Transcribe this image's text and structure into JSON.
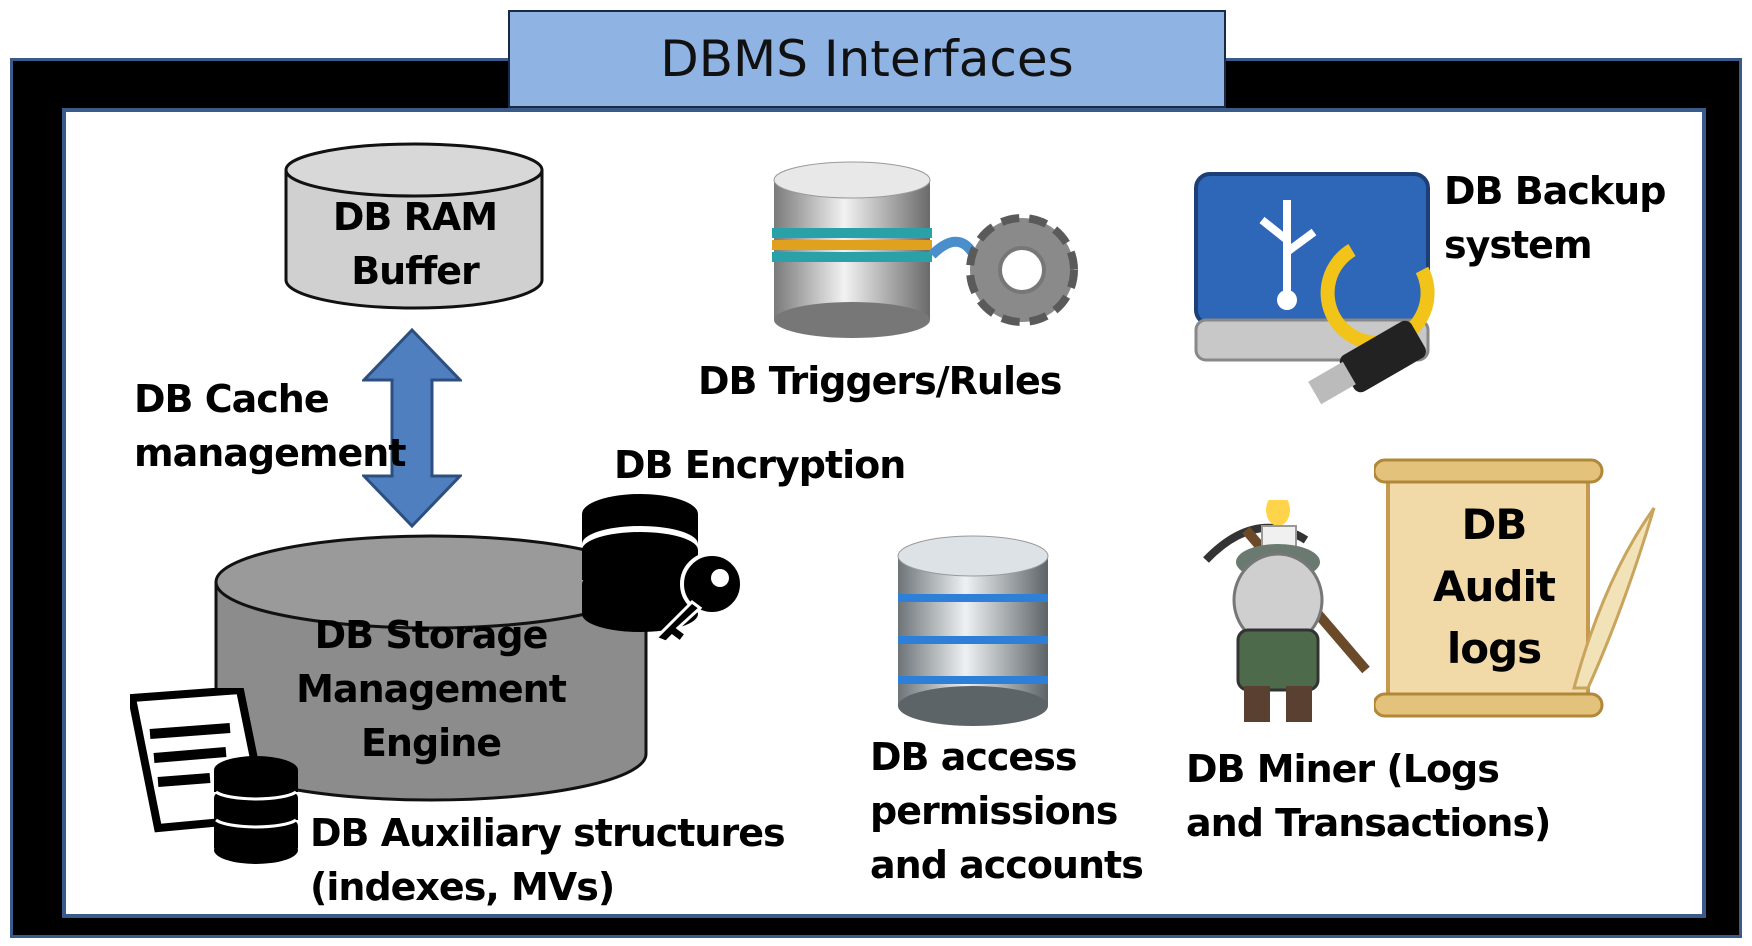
{
  "title": "DBMS Interfaces",
  "ram_buffer": {
    "line1": "DB RAM",
    "line2": "Buffer"
  },
  "cache": {
    "line1": "DB Cache",
    "line2": "management"
  },
  "storage": {
    "line1": "DB Storage",
    "line2": "Management",
    "line3": "Engine"
  },
  "encryption": "DB Encryption",
  "triggers": "DB Triggers/Rules",
  "backup": {
    "line1": "DB Backup",
    "line2": "system"
  },
  "auxiliary": {
    "line1": "DB Auxiliary structures",
    "line2": "(indexes, MVs)"
  },
  "access": {
    "line1": "DB access",
    "line2": "permissions",
    "line3": "and accounts"
  },
  "audit": {
    "line1": "DB",
    "line2": "Audit",
    "line3": "logs"
  },
  "miner": {
    "line1": "DB Miner (Logs",
    "line2": "and Transactions)"
  },
  "colors": {
    "title_bg": "#8fb3e3",
    "frame": "#000000",
    "arrow": "#4f7fbf",
    "cylinder_light": "#d0d0d0",
    "cylinder_dark": "#8c8c8c"
  }
}
